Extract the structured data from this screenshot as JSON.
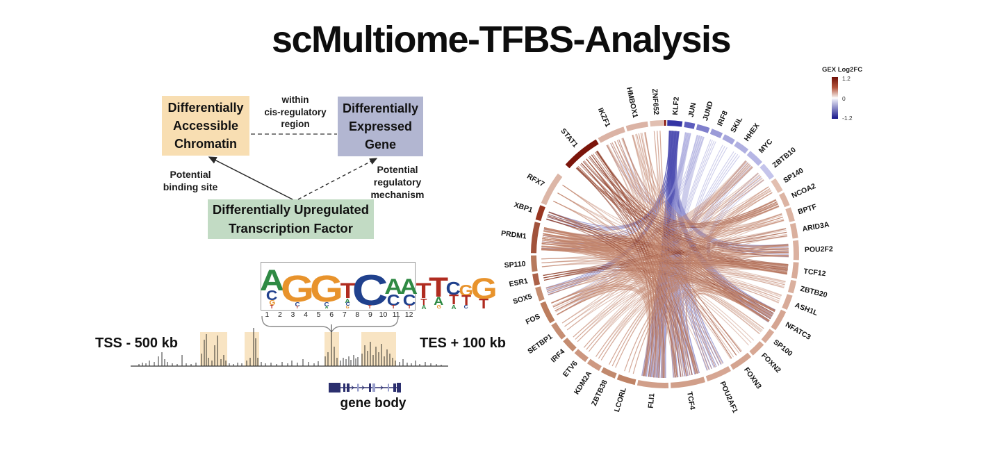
{
  "title": "scMultiome-TFBS-Analysis",
  "diagram": {
    "box_accessible": "Differentially\nAccessible\nChromatin",
    "box_expressed": "Differentially\nExpressed\nGene",
    "box_tf": "Differentially Upregulated\nTranscription Factor",
    "label_within": "within\ncis-regulatory\nregion",
    "label_binding": "Potential\nbinding site",
    "label_regulatory": "Potential\nregulatory\nmechanism",
    "colors": {
      "accessible": "#f8deb2",
      "expressed": "#b2b6d1",
      "tf": "#c2dbc4"
    }
  },
  "motif": {
    "letter_colors": {
      "A": "#2f8a44",
      "C": "#20418d",
      "G": "#e8932c",
      "T": "#b02c20"
    },
    "positions": [
      {
        "n": "1",
        "s": [
          [
            "A",
            30
          ],
          [
            "C",
            14
          ],
          [
            "G",
            7
          ],
          [
            "T",
            5
          ]
        ]
      },
      {
        "n": "2",
        "s": [
          [
            "G",
            38
          ],
          [
            "C",
            6
          ],
          [
            "T",
            4
          ]
        ]
      },
      {
        "n": "3",
        "s": [
          [
            "G",
            38
          ],
          [
            "C",
            6
          ],
          [
            "A",
            4
          ]
        ]
      },
      {
        "n": "4",
        "s": [
          [
            "T",
            22
          ],
          [
            "A",
            6
          ],
          [
            "C",
            5
          ],
          [
            "G",
            4
          ]
        ]
      },
      {
        "n": "5",
        "s": [
          [
            "C",
            44
          ],
          [
            "T",
            5
          ]
        ]
      },
      {
        "n": "6",
        "s": [
          [
            "A",
            22
          ],
          [
            "C",
            16
          ],
          [
            "T",
            5
          ]
        ]
      },
      {
        "n": "7",
        "s": [
          [
            "A",
            22
          ],
          [
            "C",
            16
          ],
          [
            "T",
            5
          ]
        ]
      },
      {
        "n": "8",
        "s": [
          [
            "T",
            22
          ],
          [
            "T",
            9
          ],
          [
            "A",
            6
          ]
        ]
      },
      {
        "n": "9",
        "s": [
          [
            "T",
            28
          ],
          [
            "A",
            12
          ],
          [
            "G",
            5
          ]
        ]
      },
      {
        "n": "10",
        "s": [
          [
            "C",
            18
          ],
          [
            "T",
            14
          ],
          [
            "A",
            6
          ]
        ]
      },
      {
        "n": "11",
        "s": [
          [
            "G",
            16
          ],
          [
            "T",
            14
          ],
          [
            "C",
            5
          ]
        ]
      },
      {
        "n": "12",
        "s": [
          [
            "G",
            30
          ],
          [
            "T",
            14
          ]
        ]
      }
    ]
  },
  "track": {
    "tss_label": "TSS - 500 kb",
    "tes_label": "TES + 100 kb",
    "gene_body_label": "gene body",
    "highlight_color": "#f8e4c3",
    "highlights": [
      [
        108,
        147
      ],
      [
        172,
        193
      ],
      [
        287,
        308
      ],
      [
        340,
        390
      ]
    ],
    "peaks": [
      [
        20,
        3
      ],
      [
        25,
        5
      ],
      [
        30,
        4
      ],
      [
        35,
        8
      ],
      [
        42,
        6
      ],
      [
        48,
        14
      ],
      [
        53,
        20
      ],
      [
        57,
        10
      ],
      [
        61,
        6
      ],
      [
        68,
        4
      ],
      [
        75,
        3
      ],
      [
        82,
        16
      ],
      [
        88,
        4
      ],
      [
        95,
        3
      ],
      [
        102,
        5
      ],
      [
        110,
        18
      ],
      [
        114,
        38
      ],
      [
        117,
        46
      ],
      [
        120,
        12
      ],
      [
        125,
        8
      ],
      [
        129,
        30
      ],
      [
        133,
        44
      ],
      [
        138,
        10
      ],
      [
        142,
        16
      ],
      [
        145,
        8
      ],
      [
        150,
        4
      ],
      [
        156,
        3
      ],
      [
        162,
        5
      ],
      [
        168,
        4
      ],
      [
        175,
        8
      ],
      [
        180,
        12
      ],
      [
        185,
        55
      ],
      [
        188,
        40
      ],
      [
        191,
        12
      ],
      [
        196,
        6
      ],
      [
        202,
        4
      ],
      [
        210,
        5
      ],
      [
        218,
        3
      ],
      [
        226,
        6
      ],
      [
        234,
        4
      ],
      [
        240,
        8
      ],
      [
        248,
        5
      ],
      [
        256,
        10
      ],
      [
        264,
        6
      ],
      [
        272,
        4
      ],
      [
        278,
        7
      ],
      [
        288,
        14
      ],
      [
        292,
        20
      ],
      [
        297,
        60
      ],
      [
        301,
        28
      ],
      [
        305,
        12
      ],
      [
        310,
        8
      ],
      [
        314,
        12
      ],
      [
        318,
        10
      ],
      [
        322,
        14
      ],
      [
        325,
        9
      ],
      [
        329,
        16
      ],
      [
        332,
        11
      ],
      [
        335,
        13
      ],
      [
        341,
        18
      ],
      [
        345,
        30
      ],
      [
        349,
        22
      ],
      [
        353,
        35
      ],
      [
        357,
        16
      ],
      [
        361,
        28
      ],
      [
        365,
        20
      ],
      [
        369,
        32
      ],
      [
        373,
        14
      ],
      [
        377,
        24
      ],
      [
        381,
        18
      ],
      [
        385,
        12
      ],
      [
        389,
        8
      ],
      [
        395,
        6
      ],
      [
        400,
        10
      ],
      [
        406,
        5
      ],
      [
        412,
        4
      ],
      [
        418,
        8
      ],
      [
        424,
        3
      ],
      [
        432,
        6
      ],
      [
        440,
        4
      ],
      [
        448,
        3
      ],
      [
        455,
        2
      ]
    ],
    "gene_body": {
      "color_dark": "#2b2f6e",
      "color_light": "#9aa0cc",
      "exons": [
        [
          18,
          17,
          14,
          "d"
        ],
        [
          39,
          3,
          12,
          "d"
        ],
        [
          44,
          4,
          12,
          "d"
        ],
        [
          59,
          2.5,
          11,
          "l"
        ],
        [
          76,
          3,
          12,
          "d"
        ],
        [
          81,
          4,
          12,
          "l"
        ],
        [
          103,
          2,
          11,
          "l"
        ],
        [
          111,
          4,
          12,
          "d"
        ],
        [
          116,
          6,
          14,
          "d"
        ]
      ],
      "arrows": [
        53,
        68,
        95
      ]
    }
  },
  "chart_data": {
    "type": "chord",
    "legend": {
      "title": "GEX Log2FC",
      "max_label": "1.2",
      "mid_label": "0",
      "min_label": "-1.2",
      "max_color": "#6f1008",
      "mid_color": "#ffffff",
      "min_color": "#14148a"
    },
    "ring": {
      "outer_r": 193,
      "inner_r": 185,
      "chord_r": 178,
      "label_r": 201
    },
    "link_colors": {
      "s": "rgba(193,130,106,0.45)",
      "d": "rgba(141,58,36,0.55)",
      "b": "rgba(78,78,178,0.5)",
      "lp": "rgba(148,148,212,0.45)"
    },
    "genes": [
      {
        "name": "KLF2",
        "start": 1,
        "end": 7.5,
        "color": "#3434a4"
      },
      {
        "name": "JUN",
        "start": 8.5,
        "end": 13,
        "color": "#5d5dbd"
      },
      {
        "name": "JUND",
        "start": 14,
        "end": 19.5,
        "color": "#7f7fcc"
      },
      {
        "name": "IRF8",
        "start": 20.5,
        "end": 25.5,
        "color": "#9b9bd8"
      },
      {
        "name": "SKIL",
        "start": 26.5,
        "end": 31.5,
        "color": "#a7a7dd"
      },
      {
        "name": "HHEX",
        "start": 32.5,
        "end": 38.5,
        "color": "#b0b0e1"
      },
      {
        "name": "MYC",
        "start": 39.5,
        "end": 46.5,
        "color": "#b6b6e5"
      },
      {
        "name": "ZBTB10",
        "start": 47.5,
        "end": 54.5,
        "color": "#c4c4eb"
      },
      {
        "name": "SP140",
        "start": 55.5,
        "end": 61.5,
        "color": "#e2bfb0"
      },
      {
        "name": "NCOA2",
        "start": 62.5,
        "end": 68.5,
        "color": "#dcb4a3"
      },
      {
        "name": "BPTF",
        "start": 69.5,
        "end": 75.5,
        "color": "#dcb4a3"
      },
      {
        "name": "ARID3A",
        "start": 76.5,
        "end": 83,
        "color": "#dab09e"
      },
      {
        "name": "POU2F2",
        "start": 84,
        "end": 92.5,
        "color": "#dbb1a0"
      },
      {
        "name": "TCF12",
        "start": 93.5,
        "end": 100.5,
        "color": "#d8ab99"
      },
      {
        "name": "ZBTB20",
        "start": 101.5,
        "end": 107,
        "color": "#dab09e"
      },
      {
        "name": "ASH1L",
        "start": 108,
        "end": 114.5,
        "color": "#d8ab99"
      },
      {
        "name": "NFATC3",
        "start": 115.5,
        "end": 124.5,
        "color": "#d5a592"
      },
      {
        "name": "SP100",
        "start": 125.5,
        "end": 131.5,
        "color": "#d8aa98"
      },
      {
        "name": "FOXN2",
        "start": 132.5,
        "end": 139,
        "color": "#d7a894"
      },
      {
        "name": "FOXN3",
        "start": 140,
        "end": 149.5,
        "color": "#d4a490"
      },
      {
        "name": "POU2AF1",
        "start": 150.5,
        "end": 161.5,
        "color": "#d6a693"
      },
      {
        "name": "TCF4",
        "start": 162.5,
        "end": 177.5,
        "color": "#d19f8a"
      },
      {
        "name": "FLI1",
        "start": 178.5,
        "end": 192,
        "color": "#d19f8a"
      },
      {
        "name": "LCORL",
        "start": 193,
        "end": 201,
        "color": "#bf8366"
      },
      {
        "name": "ZBTB38",
        "start": 202,
        "end": 208.5,
        "color": "#c1896d"
      },
      {
        "name": "KDM2A",
        "start": 209.5,
        "end": 215.5,
        "color": "#ce9982"
      },
      {
        "name": "ETV6",
        "start": 216.5,
        "end": 222.5,
        "color": "#cc967f"
      },
      {
        "name": "IRF4",
        "start": 223.5,
        "end": 229.5,
        "color": "#c48c70"
      },
      {
        "name": "SETBP1",
        "start": 230.5,
        "end": 238,
        "color": "#c68e73"
      },
      {
        "name": "FOS",
        "start": 239,
        "end": 248.5,
        "color": "#bc7d5e"
      },
      {
        "name": "SOX5",
        "start": 249.5,
        "end": 255.5,
        "color": "#c68e71"
      },
      {
        "name": "ESR1",
        "start": 256.5,
        "end": 261.5,
        "color": "#ac6148"
      },
      {
        "name": "SP110",
        "start": 262.5,
        "end": 269.5,
        "color": "#b77a5d"
      },
      {
        "name": "PRDM1",
        "start": 270.5,
        "end": 284,
        "color": "#a1533c"
      },
      {
        "name": "XBP1",
        "start": 285,
        "end": 291.5,
        "color": "#983621"
      },
      {
        "name": "RFX7",
        "start": 292.5,
        "end": 307,
        "color": "#dcb6a7"
      },
      {
        "name": "STAT1",
        "start": 312,
        "end": 329,
        "color": "#7b150b"
      },
      {
        "name": "IKZF1",
        "start": 330,
        "end": 342,
        "color": "#dbb3a5"
      },
      {
        "name": "HMBOX1",
        "start": 343,
        "end": 352.5,
        "color": "#dbb3a5"
      },
      {
        "name": "ZNF652",
        "start": 353.5,
        "end": 359.2,
        "color": "#e1bfb1"
      },
      {
        "name": "",
        "start": 359.5,
        "end": 360.5,
        "color": "#8d2015"
      }
    ],
    "links": [
      [
        0,
        22,
        16,
        "b"
      ],
      [
        0,
        21,
        12,
        "b"
      ],
      [
        0,
        20,
        8,
        "b"
      ],
      [
        0,
        16,
        8,
        "b"
      ],
      [
        0,
        12,
        6,
        "b"
      ],
      [
        0,
        30,
        5,
        "b"
      ],
      [
        0,
        34,
        4,
        "b"
      ],
      [
        0,
        33,
        4,
        "b"
      ],
      [
        1,
        22,
        8,
        "lp"
      ],
      [
        1,
        37,
        5,
        "lp"
      ],
      [
        2,
        21,
        8,
        "lp"
      ],
      [
        2,
        29,
        4,
        "lp"
      ],
      [
        3,
        22,
        4,
        "lp"
      ],
      [
        5,
        22,
        4,
        "lp"
      ],
      [
        6,
        21,
        5,
        "lp"
      ],
      [
        4,
        20,
        3,
        "lp"
      ],
      [
        7,
        16,
        4,
        "lp"
      ],
      [
        33,
        6,
        7,
        "s"
      ],
      [
        33,
        7,
        5,
        "s"
      ],
      [
        33,
        9,
        7,
        "s"
      ],
      [
        33,
        10,
        5,
        "s"
      ],
      [
        33,
        11,
        5,
        "s"
      ],
      [
        33,
        12,
        8,
        "s"
      ],
      [
        33,
        13,
        8,
        "s"
      ],
      [
        33,
        14,
        5,
        "s"
      ],
      [
        33,
        15,
        5,
        "s"
      ],
      [
        33,
        16,
        8,
        "s"
      ],
      [
        33,
        19,
        5,
        "s"
      ],
      [
        33,
        21,
        8,
        "s"
      ],
      [
        33,
        22,
        8,
        "s"
      ],
      [
        33,
        8,
        4,
        "s"
      ],
      [
        33,
        17,
        4,
        "s"
      ],
      [
        33,
        20,
        5,
        "s"
      ],
      [
        36,
        13,
        6,
        "d"
      ],
      [
        36,
        16,
        5,
        "d"
      ],
      [
        36,
        12,
        4,
        "d"
      ],
      [
        36,
        21,
        5,
        "d"
      ],
      [
        36,
        22,
        5,
        "d"
      ],
      [
        36,
        9,
        4,
        "d"
      ],
      [
        36,
        19,
        3,
        "d"
      ],
      [
        34,
        13,
        4,
        "d"
      ],
      [
        34,
        16,
        3,
        "d"
      ],
      [
        34,
        21,
        3,
        "d"
      ],
      [
        31,
        11,
        3,
        "d"
      ],
      [
        31,
        13,
        3,
        "d"
      ],
      [
        31,
        16,
        3,
        "d"
      ],
      [
        29,
        13,
        5,
        "s"
      ],
      [
        29,
        12,
        4,
        "s"
      ],
      [
        29,
        9,
        4,
        "s"
      ],
      [
        29,
        6,
        4,
        "s"
      ],
      [
        29,
        16,
        4,
        "s"
      ],
      [
        29,
        21,
        4,
        "s"
      ],
      [
        29,
        22,
        4,
        "s"
      ],
      [
        30,
        12,
        4,
        "s"
      ],
      [
        30,
        13,
        3,
        "s"
      ],
      [
        30,
        16,
        3,
        "s"
      ],
      [
        32,
        10,
        3,
        "s"
      ],
      [
        32,
        16,
        3,
        "s"
      ],
      [
        32,
        13,
        3,
        "s"
      ],
      [
        37,
        21,
        5,
        "s"
      ],
      [
        37,
        22,
        5,
        "s"
      ],
      [
        37,
        16,
        4,
        "s"
      ],
      [
        37,
        12,
        4,
        "s"
      ],
      [
        37,
        9,
        3,
        "s"
      ],
      [
        38,
        22,
        5,
        "s"
      ],
      [
        38,
        21,
        4,
        "s"
      ],
      [
        38,
        16,
        4,
        "s"
      ],
      [
        38,
        10,
        3,
        "s"
      ],
      [
        39,
        22,
        3,
        "s"
      ],
      [
        39,
        21,
        3,
        "s"
      ],
      [
        35,
        22,
        3,
        "s"
      ],
      [
        35,
        21,
        3,
        "s"
      ],
      [
        35,
        13,
        3,
        "s"
      ],
      [
        35,
        16,
        3,
        "s"
      ],
      [
        28,
        6,
        3,
        "s"
      ],
      [
        28,
        13,
        3,
        "s"
      ],
      [
        27,
        7,
        3,
        "s"
      ],
      [
        27,
        14,
        3,
        "s"
      ],
      [
        26,
        9,
        3,
        "s"
      ],
      [
        26,
        15,
        3,
        "s"
      ],
      [
        25,
        10,
        3,
        "s"
      ],
      [
        25,
        16,
        3,
        "s"
      ],
      [
        24,
        11,
        3,
        "s"
      ],
      [
        24,
        12,
        3,
        "s"
      ],
      [
        23,
        12,
        3,
        "s"
      ],
      [
        23,
        13,
        3,
        "s"
      ],
      [
        22,
        8,
        4,
        "s"
      ],
      [
        21,
        8,
        3,
        "s"
      ],
      [
        22,
        16,
        4,
        "s"
      ],
      [
        21,
        16,
        3,
        "s"
      ],
      [
        20,
        17,
        3,
        "s"
      ],
      [
        19,
        36,
        3,
        "s"
      ],
      [
        18,
        33,
        3,
        "s"
      ]
    ]
  }
}
